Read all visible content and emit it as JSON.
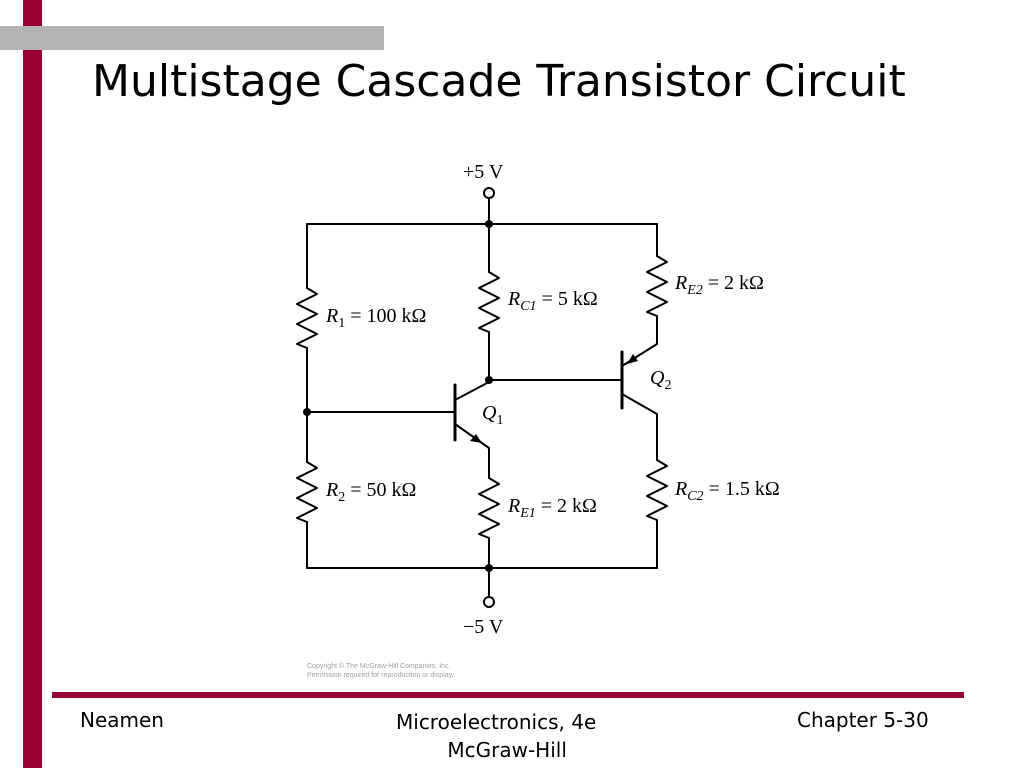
{
  "slide": {
    "title": "Multistage Cascade Transistor Circuit",
    "copyright_line1": "Copyright © The McGraw-Hill Companies, Inc.",
    "copyright_line2": "Permission required for reproduction or display."
  },
  "footer": {
    "left": "Neamen",
    "center_line1": "Microelectronics, 4e",
    "center_line2": "McGraw-Hill",
    "right": "Chapter 5-30"
  },
  "circuit": {
    "vplus": "+5 V",
    "vminus": "−5 V",
    "r1": {
      "sym": "R",
      "sub": "1",
      "val": " = 100 kΩ"
    },
    "r2": {
      "sym": "R",
      "sub": "2",
      "val": " = 50 kΩ"
    },
    "rc1": {
      "sym": "R",
      "sub": "C1",
      "val": " = 5 kΩ"
    },
    "re1": {
      "sym": "R",
      "sub": "E1",
      "val": " = 2 kΩ"
    },
    "re2": {
      "sym": "R",
      "sub": "E2",
      "val": " = 2 kΩ"
    },
    "rc2": {
      "sym": "R",
      "sub": "C2",
      "val": " = 1.5 kΩ"
    },
    "q1": {
      "sym": "Q",
      "sub": "1"
    },
    "q2": {
      "sym": "Q",
      "sub": "2"
    }
  },
  "colors": {
    "accent": "#990033",
    "gray_bar": "#b3b3b3"
  }
}
